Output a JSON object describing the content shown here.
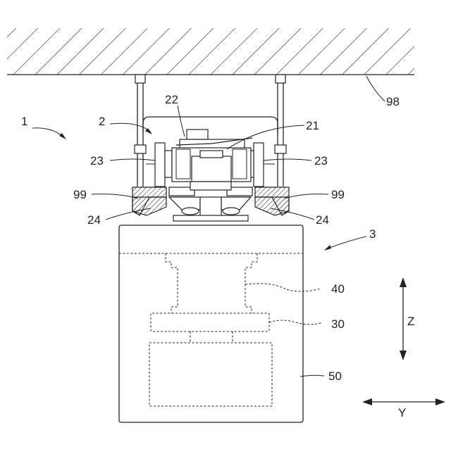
{
  "labels": {
    "system": "1",
    "traveling_unit": "2",
    "transport_body": "3",
    "frame": "21",
    "drive_unit": "22",
    "wheel_left": "23",
    "wheel_right": "23",
    "guide_left": "24",
    "guide_right": "24",
    "slider": "30",
    "hoist": "40",
    "article": "50",
    "ceiling": "98",
    "rail_left": "99",
    "rail_right": "99"
  },
  "axes": {
    "vertical": "Z",
    "horizontal": "Y"
  },
  "colors": {
    "line": "#222222",
    "background": "#ffffff"
  }
}
